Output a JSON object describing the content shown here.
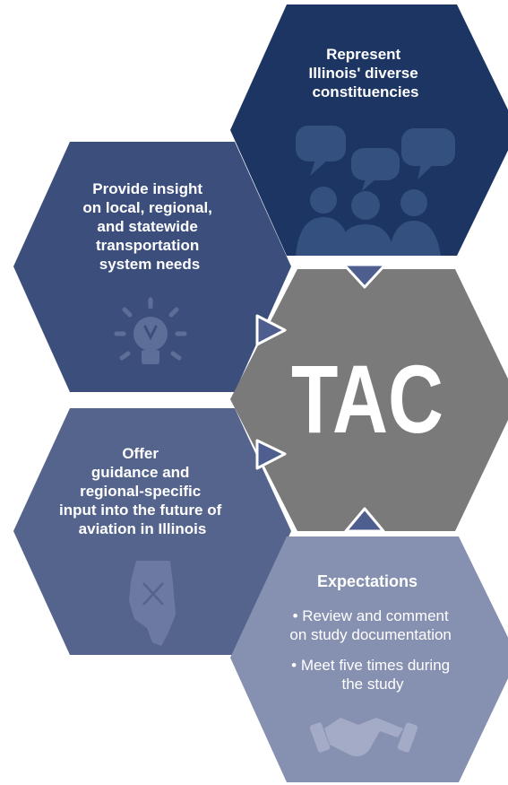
{
  "colors": {
    "dark_navy": "#1c3563",
    "mid_navy": "#3c4f7c",
    "slate": "#55648d",
    "light_slate": "#8690b0",
    "center_gray": "#7a7a7a",
    "arrow": "#4e5f8f"
  },
  "top": {
    "lines": [
      "Represent",
      "Illinois' diverse",
      "constituencies"
    ],
    "icon": "people-speech-bubbles-icon"
  },
  "upper_left": {
    "lines": [
      "Provide insight",
      "on local, regional,",
      "and statewide",
      "transportation",
      "system needs"
    ],
    "icon": "lightbulb-icon"
  },
  "center": {
    "label": "TAC"
  },
  "lower_left": {
    "lines": [
      "Offer",
      "guidance and",
      "regional-specific",
      "input into the future of",
      "aviation in Illinois"
    ],
    "icon": "illinois-map-icon"
  },
  "bottom": {
    "heading": "Expectations",
    "bullets": [
      [
        "• Review and comment",
        "on study documentation"
      ],
      [
        "• Meet five times during",
        "the study"
      ]
    ],
    "icon": "handshake-icon"
  }
}
